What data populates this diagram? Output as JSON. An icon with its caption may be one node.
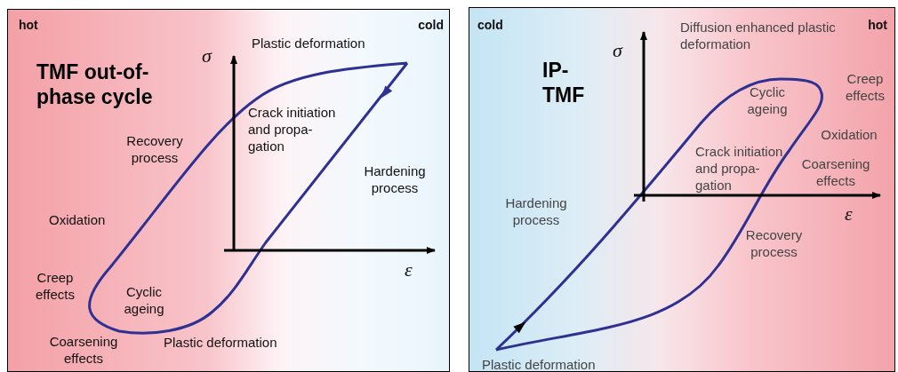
{
  "diagram": {
    "nodes": [
      {
        "text": [
          "TMF out-of- phase cycle"
        ]
      },
      {
        "text": [
          "IP- TMF"
        ]
      }
    ],
    "labels": [
      "hot",
      "cold",
      "Plastic deformation",
      "σ",
      "Recovery process",
      "Crack initiation and propa- gation",
      "Hardening process",
      "Oxidation",
      "ε",
      "Creep effects",
      "Cyclic ageing",
      "Coarsening effects",
      "Plastic deformation",
      "cold",
      "hot",
      "Diffusion enhanced plastic deformation",
      "σ",
      "Creep effects",
      "Cyclic ageing",
      "Oxidation",
      "Crack initiation and propa- gation",
      "Coarsening effects",
      "Hardening process",
      "ε",
      "Recovery process",
      "Plastic deformation"
    ]
  }
}
